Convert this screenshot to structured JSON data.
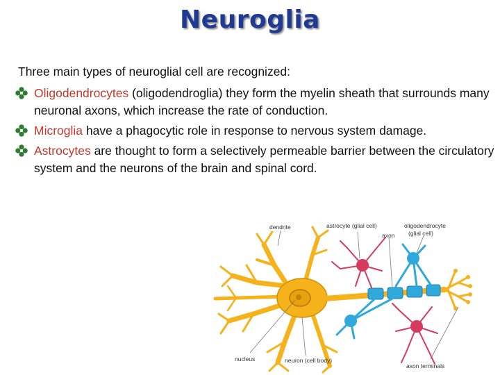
{
  "title": "Neuroglia",
  "intro": "Three main types of neuroglial cell are recognized:",
  "bullets": [
    {
      "term": "Oligodendrocytes",
      "rest": " (oligodendroglia) they form the myelin sheath that surrounds many neuronal axons, which increase the rate of conduction."
    },
    {
      "term": "Microglia",
      "rest": " have a phagocytic role in response to nervous system damage."
    },
    {
      "term": "Astrocytes",
      "rest": " are thought to form a selectively permeable barrier between the circulatory system and the neurons of the brain and spinal cord."
    }
  ],
  "diagram": {
    "labels": {
      "dendrite": "dendrite",
      "astrocyte": "astrocyte (glial cell)",
      "oligo_line1": "oligodendrocyte",
      "oligo_line2": "(glial cell)",
      "axon": "axon",
      "nucleus": "nucleus",
      "neuron": "neuron (cell body)",
      "terminals": "axon terminals"
    }
  },
  "colors": {
    "title": "#1f3a93",
    "term": "#c0392b",
    "bullet_mark": "#2e7d32",
    "neuron": "#f5b21b",
    "astrocyte": "#d63a5c",
    "oligodendrocyte": "#2fa8dc"
  }
}
